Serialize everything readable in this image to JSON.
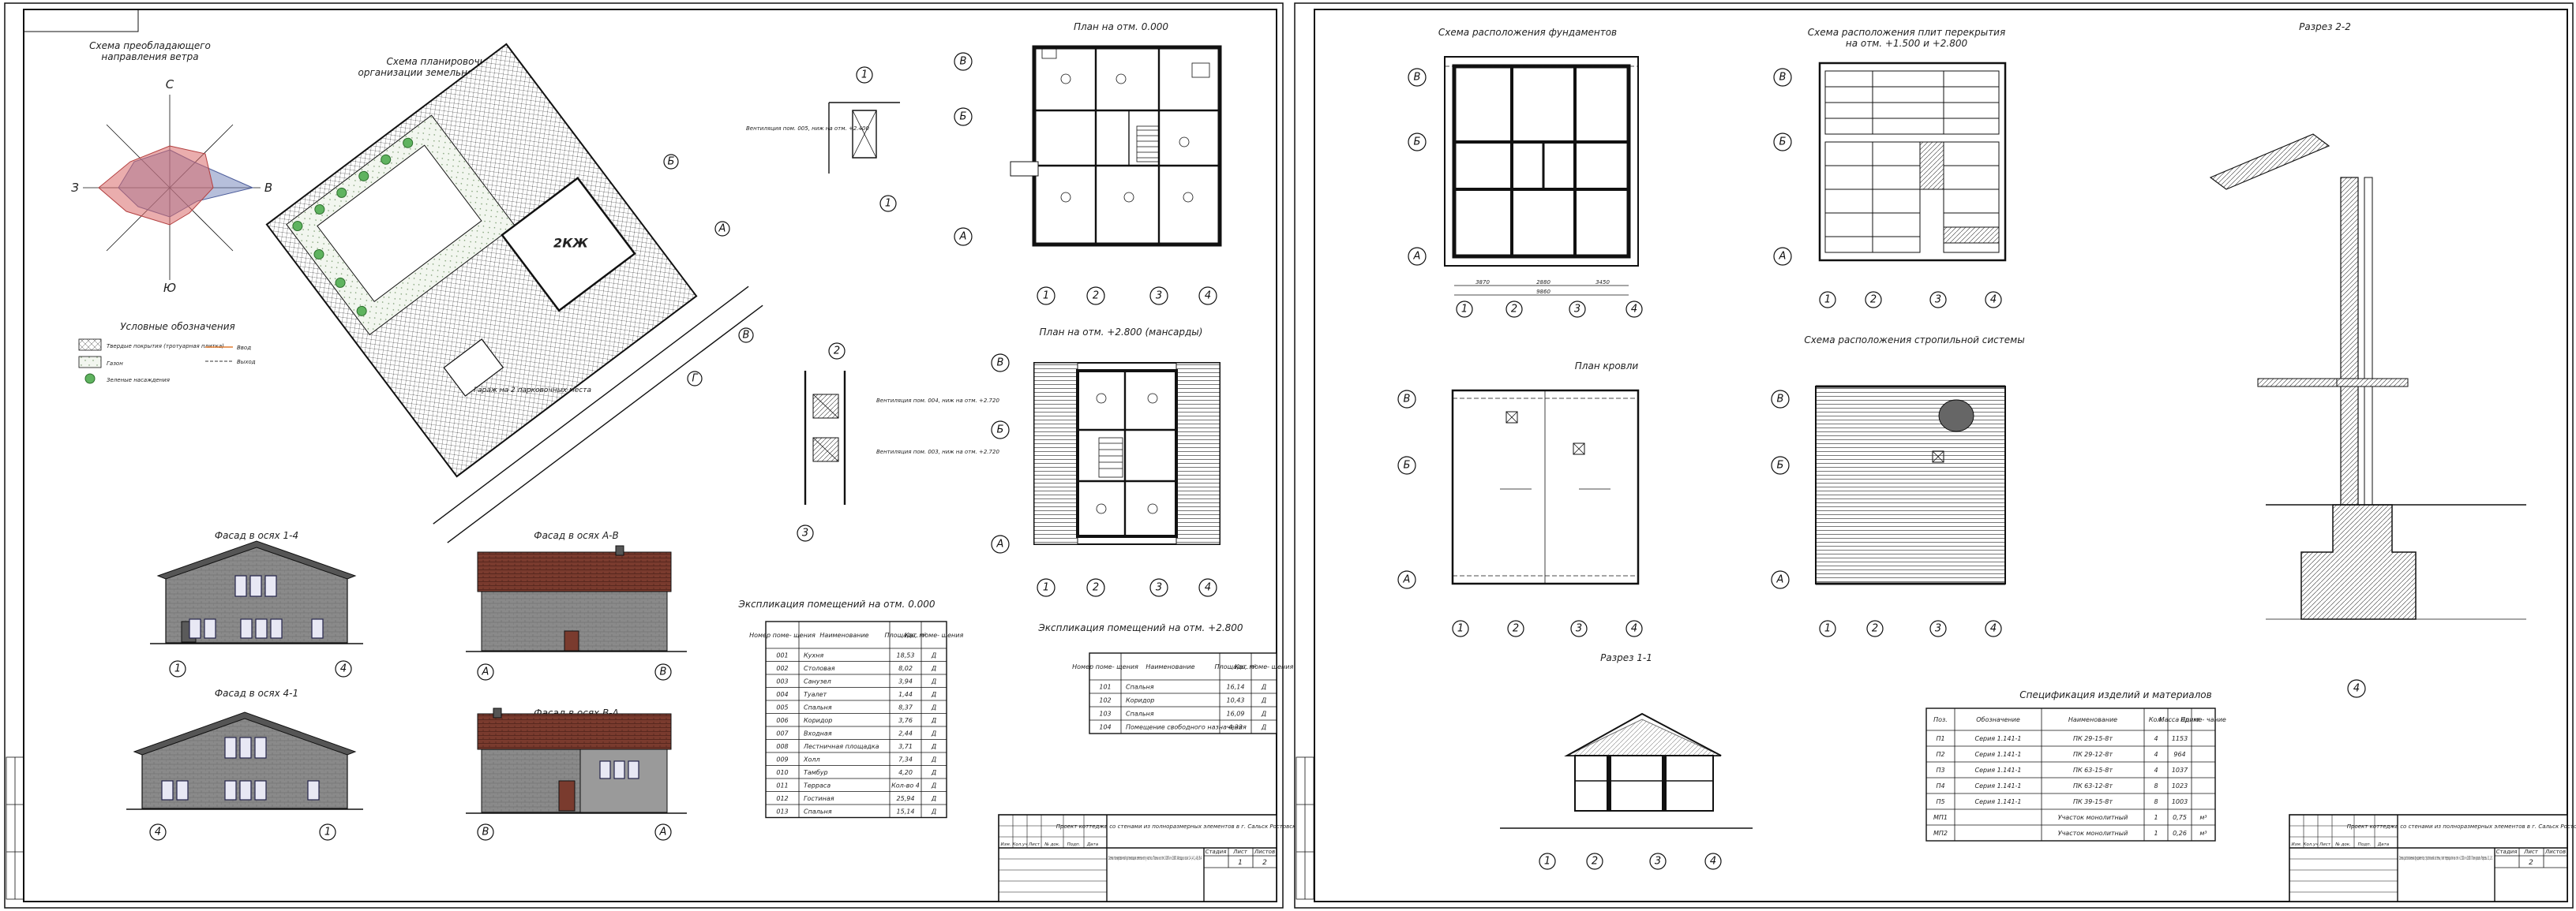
{
  "sheet1": {
    "wind_rose": {
      "title_line1": "Схема преобладающего",
      "title_line2": "направления ветра",
      "north": "С",
      "south": "Ю",
      "west": "З",
      "east": "В"
    },
    "site_plan": {
      "title_line1": "Схема планировочной",
      "title_line2": "организации земельного участка",
      "building_label": "2КЖ",
      "road_label": "Гараж на 2 парковочных места",
      "legend_title": "Условные обозначения",
      "legend": [
        {
          "label": "Твердые покрытия (тротуарная плитка)"
        },
        {
          "label": "Газон"
        },
        {
          "label": "Зеленые насаждения"
        },
        {
          "label": "Ввод"
        },
        {
          "label": "Выход"
        }
      ],
      "corner_a": "А",
      "corner_b": "Б",
      "corner_c": "В",
      "corner_d": "Г"
    },
    "facades": [
      {
        "title": "Фасад в осях 1-4",
        "axis_left": "1",
        "axis_right": "4"
      },
      {
        "title": "Фасад в осях А-В",
        "axis_left": "А",
        "axis_right": "В"
      },
      {
        "title": "Фасад в осях 4-1",
        "axis_left": "4",
        "axis_right": "1"
      },
      {
        "title": "Фасад в осях В-А",
        "axis_left": "В",
        "axis_right": "А"
      }
    ],
    "nodes": {
      "node1_num": "1",
      "node2_num": "2",
      "node3_num": "3",
      "note1": "Вентиляция пом. 005, ниж на отм. +2.400",
      "note2": "Вентиляция пом. 004, ниж на отм. +2.720",
      "note3": "Вентиляция пом. 003, ниж на отм. +2.720"
    },
    "plan_ground": {
      "title": "План на отм. 0.000"
    },
    "plan_attic": {
      "title": "План на отм. +2.800 (мансарды)"
    },
    "axes_rows": [
      "В",
      "Б",
      "А"
    ],
    "axes_cols": [
      "1",
      "2",
      "3",
      "4"
    ],
    "expl_ground": {
      "title": "Экспликация помещений на отм. 0.000",
      "headers": [
        "Номер поме- щения",
        "Наименование",
        "Площадь, м²",
        "Кат. поме- щения"
      ],
      "rows": [
        [
          "001",
          "Кухня",
          "18,53",
          "Д"
        ],
        [
          "002",
          "Столовая",
          "8,02",
          "Д"
        ],
        [
          "003",
          "Санузел",
          "3,94",
          "Д"
        ],
        [
          "004",
          "Туалет",
          "1,44",
          "Д"
        ],
        [
          "005",
          "Спальня",
          "8,37",
          "Д"
        ],
        [
          "006",
          "Коридор",
          "3,76",
          "Д"
        ],
        [
          "007",
          "Входная",
          "2,44",
          "Д"
        ],
        [
          "008",
          "Лестничная площадка",
          "3,71",
          "Д"
        ],
        [
          "009",
          "Холл",
          "7,34",
          "Д"
        ],
        [
          "010",
          "Тамбур",
          "4,20",
          "Д"
        ],
        [
          "011",
          "Терраса",
          "Кол-во 4",
          "Д"
        ],
        [
          "012",
          "Гостиная",
          "25,94",
          "Д"
        ],
        [
          "013",
          "Спальня",
          "15,14",
          "Д"
        ]
      ]
    },
    "expl_attic": {
      "title": "Экспликация помещений на отм. +2.800",
      "headers": [
        "Номер поме- щения",
        "Наименование",
        "Площадь, м²",
        "Кат. поме- щения"
      ],
      "rows": [
        [
          "101",
          "Спальня",
          "16,14",
          "Д"
        ],
        [
          "102",
          "Коридор",
          "10,43",
          "Д"
        ],
        [
          "103",
          "Спальня",
          "16,09",
          "Д"
        ],
        [
          "104",
          "Помещение свободного назначения",
          "4,33",
          "Д"
        ]
      ]
    },
    "stamp": {
      "project": "Проект коттеджа со стенами из полноразмерных элементов в г. Сальск Ростовской области",
      "sheet_title": "Схема планировочной организации земельного участка. Планы на отм. 0.000 и +2.800. Фасады в осях 1-4, 4-1, А-В, В-А",
      "stage_label": "Стадия",
      "sheet_label": "Лист",
      "sheets_label": "Листов",
      "stage": "",
      "sheet": "1",
      "sheets": "2",
      "cols": [
        "Изм.",
        "Кол.уч",
        "Лист",
        "№ док.",
        "Подп.",
        "Дата"
      ]
    }
  },
  "sheet2": {
    "foundation": {
      "title": "Схема расположения фундаментов"
    },
    "slabs": {
      "title_line1": "Схема расположения плит перекрытия",
      "title_line2": "на отм. +1.500 и +2.800"
    },
    "roof_plan": {
      "title": "План кровли"
    },
    "rafters": {
      "title": "Схема расположения стропильной системы"
    },
    "section11": {
      "title": "Разрез 1-1"
    },
    "section22": {
      "title": "Разрез 2-2",
      "node": "4"
    },
    "dims_bottom": [
      "3870",
      "2880",
      "3450"
    ],
    "dims_total": "9860",
    "spec": {
      "title": "Спецификация изделий и материалов",
      "headers": [
        "Поз.",
        "Обозначение",
        "Наименование",
        "Кол.",
        "Масса ед. кг",
        "Приме- чание"
      ],
      "rows": [
        [
          "П1",
          "Серия 1.141-1",
          "ПК 29-15-8т",
          "4",
          "1153",
          ""
        ],
        [
          "П2",
          "Серия 1.141-1",
          "ПК 29-12-8т",
          "4",
          "964",
          ""
        ],
        [
          "П3",
          "Серия 1.141-1",
          "ПК 63-15-8т",
          "4",
          "1037",
          ""
        ],
        [
          "П4",
          "Серия 1.141-1",
          "ПК 63-12-8т",
          "8",
          "1023",
          ""
        ],
        [
          "П5",
          "Серия 1.141-1",
          "ПК 39-15-8т",
          "8",
          "1003",
          ""
        ],
        [
          "МП1",
          "",
          "Участок монолитный",
          "1",
          "0,75",
          "м³"
        ],
        [
          "МП2",
          "",
          "Участок монолитный",
          "1",
          "0,26",
          "м³"
        ]
      ]
    },
    "stamp": {
      "project": "Проект коттеджа со стенами из полноразмерных элементов в г. Сальск Ростовской области",
      "sheet_title": "Схемы расположения фундаментов, стропильной системы, плит перекрытия на отм. +1.500 и +2.800. План кровли. Разрезы 1-1, 2-2",
      "stage_label": "Стадия",
      "sheet_label": "Лист",
      "sheets_label": "Листов",
      "stage": "",
      "sheet": "2",
      "sheets": "",
      "cols": [
        "Изм.",
        "Кол.уч",
        "Лист",
        "№ док.",
        "Подп.",
        "Дата"
      ]
    }
  }
}
